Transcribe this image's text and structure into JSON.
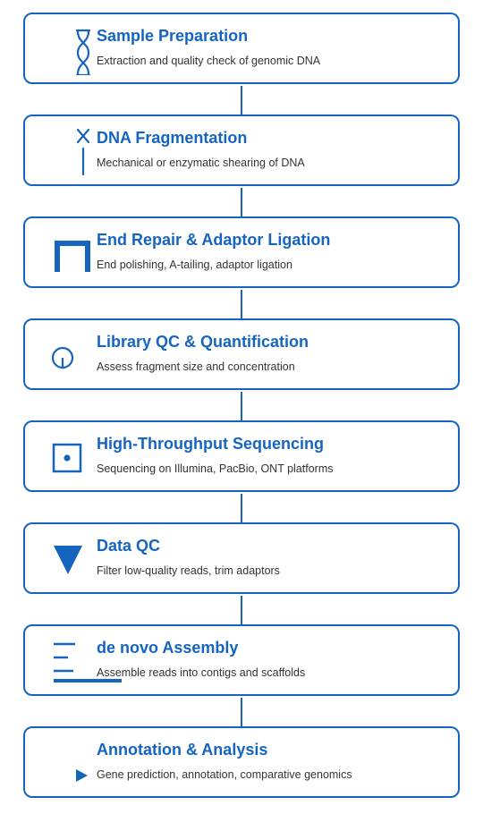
{
  "theme": {
    "accent": "#1565c0",
    "text": "#333333",
    "background": "#ffffff"
  },
  "steps": [
    {
      "title": "Sample Preparation",
      "description": "Extraction and quality check of genomic DNA",
      "icon": "dna-helix-icon"
    },
    {
      "title": "DNA Fragmentation",
      "description": "Mechanical or enzymatic shearing of DNA",
      "icon": "cut-strand-icon"
    },
    {
      "title": "End Repair & Adaptor Ligation",
      "description": "End polishing, A-tailing, adaptor ligation",
      "icon": "adaptor-bracket-icon"
    },
    {
      "title": "Library QC & Quantification",
      "description": "Assess fragment size and concentration",
      "icon": "qc-probe-icon"
    },
    {
      "title": "High-Throughput Sequencing",
      "description": "Sequencing on Illumina, PacBio, ONT platforms",
      "icon": "flow-cell-icon"
    },
    {
      "title": "Data QC",
      "description": "Filter low-quality reads, trim adaptors",
      "icon": "filter-triangle-icon"
    },
    {
      "title": "de novo Assembly",
      "description": "Assemble reads into contigs and scaffolds",
      "icon": "assembly-lines-icon"
    },
    {
      "title": "Annotation & Analysis",
      "description": "Gene prediction, annotation, comparative genomics",
      "icon": "play-arrow-icon"
    }
  ]
}
